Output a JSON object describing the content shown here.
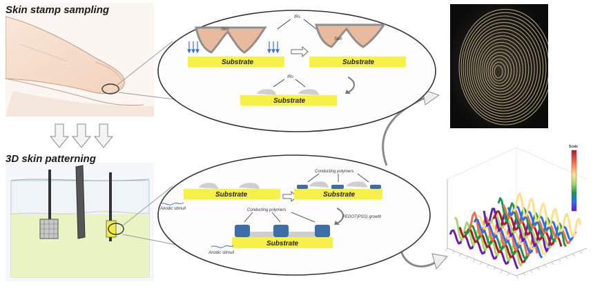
{
  "panels": {
    "sampling_title": "Skin stamp sampling",
    "patterning_title": "3D skin patterning"
  },
  "top_ellipse": {
    "substrate_left": "Substrate",
    "substrate_right": "Substrate",
    "substrate_bottom": "Substrate",
    "skin_left": "Skin",
    "skin_right": "Skin",
    "label_top": "IRs",
    "label_bottom": "IRs"
  },
  "bottom_ellipse": {
    "substrate_left": "Substrate",
    "substrate_right": "Substrate",
    "substrate_bottom": "Substrate",
    "conducting_top": "Conducting polymers",
    "conducting_bottom": "Conducting polymers",
    "anodic_left": "Anodic stimuli",
    "anodic_bottom": "Anodic stimuli",
    "growth": "PEDOT(PSS) growth"
  },
  "surface_plot": {
    "legend_title": "Scale"
  },
  "colors": {
    "substrate": "#f7ef4a",
    "skin": "#e7b89a",
    "polymer": "#3c6ea8",
    "residue": "#cfcfcf",
    "arrow_blue": "#3d6fd1"
  }
}
